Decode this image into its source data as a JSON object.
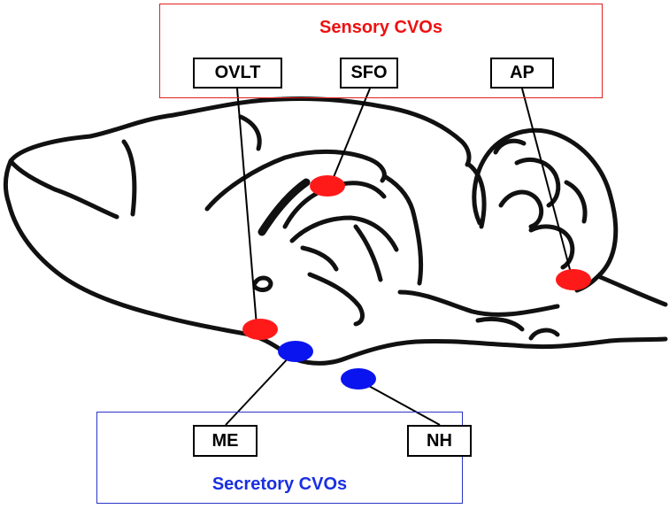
{
  "groups": {
    "sensory": {
      "title": "Sensory CVOs",
      "color": "#ee1111"
    },
    "secretory": {
      "title": "Secretory CVOs",
      "color": "#1a2fe0"
    }
  },
  "organs": {
    "ovlt": {
      "label": "OVLT",
      "group": "sensory"
    },
    "sfo": {
      "label": "SFO",
      "group": "sensory"
    },
    "ap": {
      "label": "AP",
      "group": "sensory"
    },
    "me": {
      "label": "ME",
      "group": "secretory"
    },
    "nh": {
      "label": "NH",
      "group": "secretory"
    }
  }
}
